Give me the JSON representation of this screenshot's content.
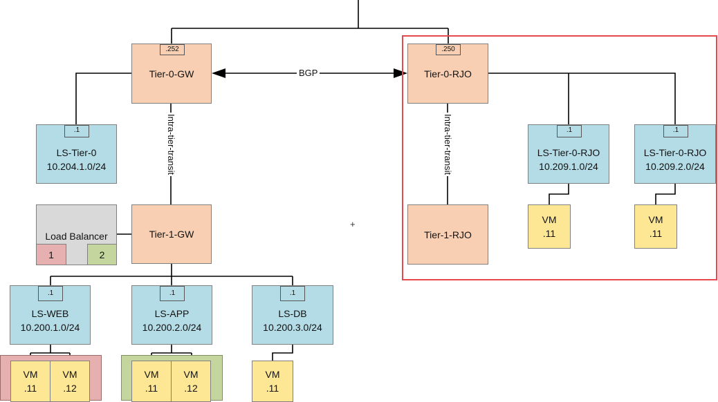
{
  "routers": {
    "t0_gw": {
      "name": "Tier-0-GW",
      "ip": ".252"
    },
    "t0_rjo": {
      "name": "Tier-0-RJO",
      "ip": ".250"
    },
    "t1_gw": {
      "name": "Tier-1-GW"
    },
    "t1_rjo": {
      "name": "Tier-1-RJO"
    }
  },
  "links": {
    "bgp": "BGP",
    "transit_left": "Intra-tier-transit",
    "transit_right": "Intra-tier-transit"
  },
  "segments": {
    "ls_tier0": {
      "name": "LS-Tier-0",
      "subnet": "10.204.1.0/24",
      "gw": ".1"
    },
    "ls_rjo1": {
      "name": "LS-Tier-0-RJO",
      "subnet": "10.209.1.0/24",
      "gw": ".1"
    },
    "ls_rjo2": {
      "name": "LS-Tier-0-RJO",
      "subnet": "10.209.2.0/24",
      "gw": ".1"
    },
    "ls_web": {
      "name": "LS-WEB",
      "subnet": "10.200.1.0/24",
      "gw": ".1"
    },
    "ls_app": {
      "name": "LS-APP",
      "subnet": "10.200.2.0/24",
      "gw": ".1"
    },
    "ls_db": {
      "name": "LS-DB",
      "subnet": "10.200.3.0/24",
      "gw": ".1"
    }
  },
  "load_balancer": {
    "name": "Load Balancer",
    "pool1": "1",
    "pool2": "2"
  },
  "vms": {
    "rjo1": {
      "name": "VM",
      "ip": ".11"
    },
    "rjo2": {
      "name": "VM",
      "ip": ".11"
    },
    "web1": {
      "name": "VM",
      "ip": ".11"
    },
    "web2": {
      "name": "VM",
      "ip": ".12"
    },
    "app1": {
      "name": "VM",
      "ip": ".11"
    },
    "app2": {
      "name": "VM",
      "ip": ".12"
    },
    "db1": {
      "name": "VM",
      "ip": ".11"
    }
  },
  "colors": {
    "router": "#f8cfb3",
    "segment": "#b4dce6",
    "vm": "#fde694",
    "highlight": "#e8474c"
  }
}
